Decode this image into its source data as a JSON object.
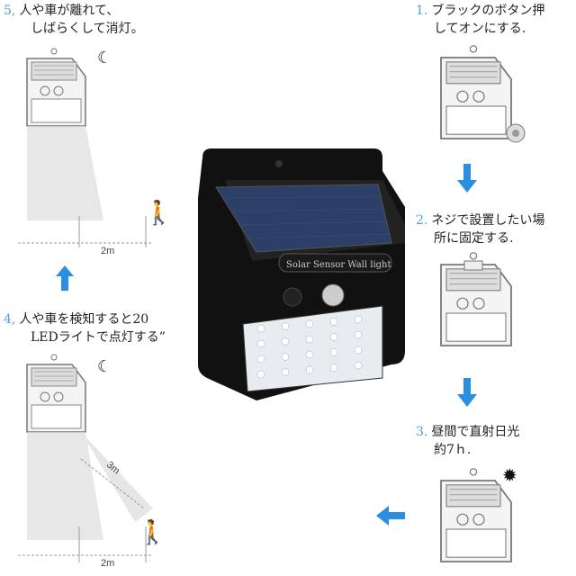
{
  "steps": [
    {
      "num": "1.",
      "line1": "ブラックのボタン押",
      "line2": "してオンにする."
    },
    {
      "num": "2.",
      "line1": "ネジで設置したい場",
      "line2": "所に固定する."
    },
    {
      "num": "3.",
      "line1": "昼間で直射日光",
      "line2": "約7ｈ."
    },
    {
      "num": "4,",
      "line1": "人や車を検知すると20",
      "line2": "LEDライトで点灯する”"
    },
    {
      "num": "5,",
      "line1": "人や車が離れて、",
      "line2": "しばらくして消灯。"
    }
  ],
  "product": {
    "label": "Solar Sensor Wall light"
  },
  "distances": {
    "step5_horizontal": "2m",
    "step4_diagonal": "3m",
    "step4_horizontal": "2m"
  },
  "colors": {
    "accent": "#2a8fe0",
    "number": "#4aa3d8"
  }
}
